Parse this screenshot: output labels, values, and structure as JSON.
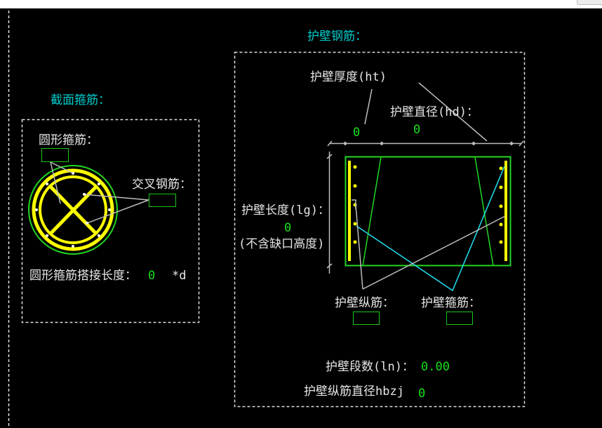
{
  "colors": {
    "background": "#000000",
    "label": "#e6e6e6",
    "heading": "#00cccc",
    "value": "#19e019",
    "field_border": "#19c819",
    "rebar_yellow": "#ffff00",
    "outline_green": "#22d622",
    "stirrup_cyan": "#20e0f0",
    "leader_gray": "#bdbdbd",
    "frame": "#dedede"
  },
  "section_stirrup": {
    "title": "截面箍筋：",
    "circle_stirrup_label": "圆形箍筋：",
    "circle_stirrup_value": "",
    "cross_bar_label": "交叉钢筋：",
    "cross_bar_value": "",
    "lap_length_label": "圆形箍筋搭接长度：",
    "lap_length_value": "0",
    "lap_length_unit": "*d"
  },
  "wall_rebar": {
    "title": "护壁钢筋：",
    "thickness_label": "护壁厚度(ht)",
    "thickness_value": "0",
    "diameter_label": "护壁直径(hd)：",
    "diameter_value": "0",
    "length_label": "护壁长度(lg)：",
    "length_value": "0",
    "length_note": "(不含缺口高度)",
    "longitudinal_label": "护壁纵筋：",
    "longitudinal_value": "",
    "stirrup_label": "护壁箍筋：",
    "stirrup_value": "",
    "segments_label": "护壁段数(ln)：",
    "segments_value": "0.00",
    "long_bar_diameter_label": "护壁纵筋直径hbzj",
    "long_bar_diameter_value": "0"
  }
}
